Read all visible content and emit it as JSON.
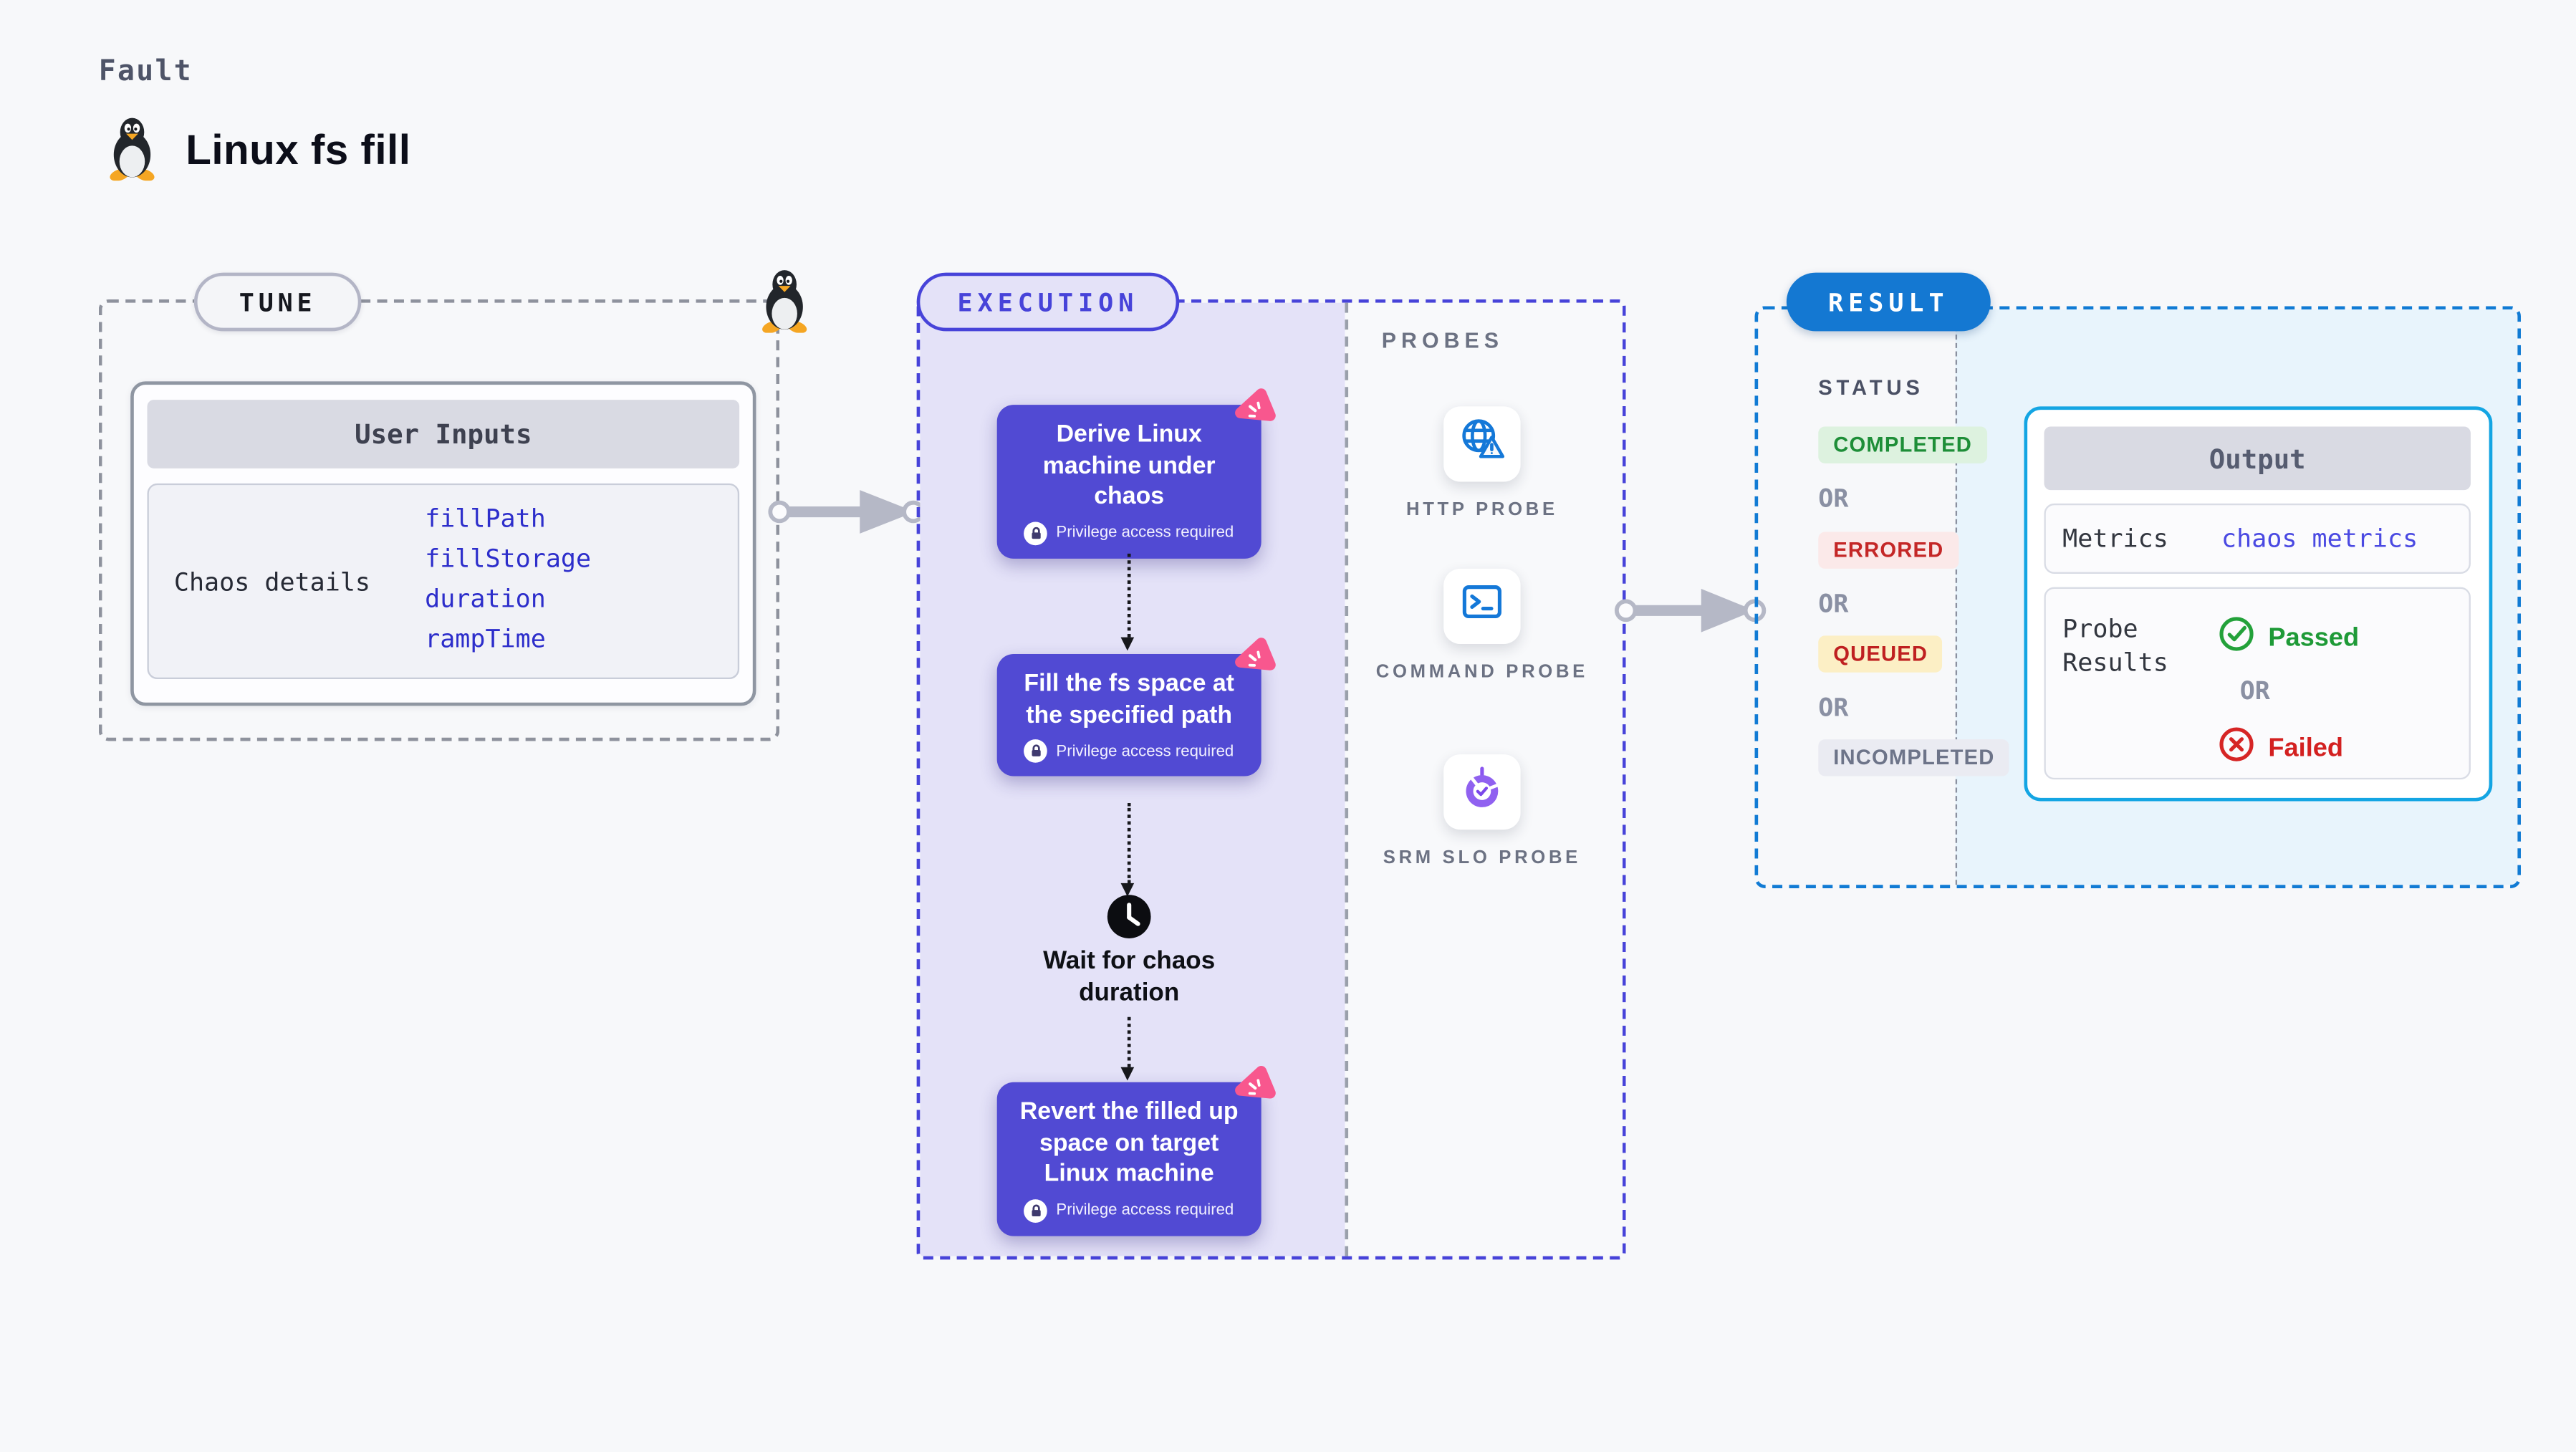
{
  "page": {
    "kicker": "Fault",
    "title": "Linux fs fill"
  },
  "tune": {
    "label": "TUNE",
    "card_title": "User Inputs",
    "row_label": "Chaos details",
    "params": [
      "fillPath",
      "fillStorage",
      "duration",
      "rampTime"
    ]
  },
  "execution": {
    "label": "EXECUTION",
    "steps": [
      {
        "text": "Derive Linux machine under chaos",
        "badge": "Privilege access required"
      },
      {
        "text": "Fill the fs space at the specified path",
        "badge": "Privilege access required"
      },
      {
        "text": "Revert the filled up space on target Linux machine",
        "badge": "Privilege access required"
      }
    ],
    "wait_label": "Wait for chaos duration"
  },
  "probes": {
    "label": "PROBES",
    "items": [
      {
        "label": "HTTP PROBE",
        "icon": "globe-warning-icon"
      },
      {
        "label": "COMMAND PROBE",
        "icon": "terminal-icon"
      },
      {
        "label": "SRM SLO PROBE",
        "icon": "slo-donut-icon"
      }
    ]
  },
  "result": {
    "label": "RESULT",
    "status_label": "STATUS",
    "or_label": "OR",
    "statuses": [
      {
        "label": "COMPLETED",
        "text_color": "#1e8e38",
        "bg_color": "#ddf2df"
      },
      {
        "label": "ERRORED",
        "text_color": "#c42727",
        "bg_color": "#fbe9e9"
      },
      {
        "label": "QUEUED",
        "text_color": "#bf2020",
        "bg_color": "#fcefc5"
      },
      {
        "label": "INCOMPLETED",
        "text_color": "#6d7489",
        "bg_color": "#eaebf2"
      }
    ],
    "output": {
      "title": "Output",
      "metrics_label": "Metrics",
      "metrics_value": "chaos metrics",
      "probe_results_label": "Probe Results",
      "passed_label": "Passed",
      "or_label": "OR",
      "failed_label": "Failed"
    }
  },
  "colors": {
    "page_bg": "#f7f8fa",
    "execution_accent": "#4743d9",
    "execution_fill": "#e4e2f8",
    "step_box": "#514ad3",
    "chaos_badge_pink": "#f8578e",
    "result_accent": "#1478d2",
    "output_border": "#14a5e3",
    "result_fill": "#e8f4fc",
    "probe_icon_blue": "#1478d8",
    "slo_purple": "#8a55ef",
    "passed_green": "#1e9a37",
    "failed_red": "#d32020"
  }
}
